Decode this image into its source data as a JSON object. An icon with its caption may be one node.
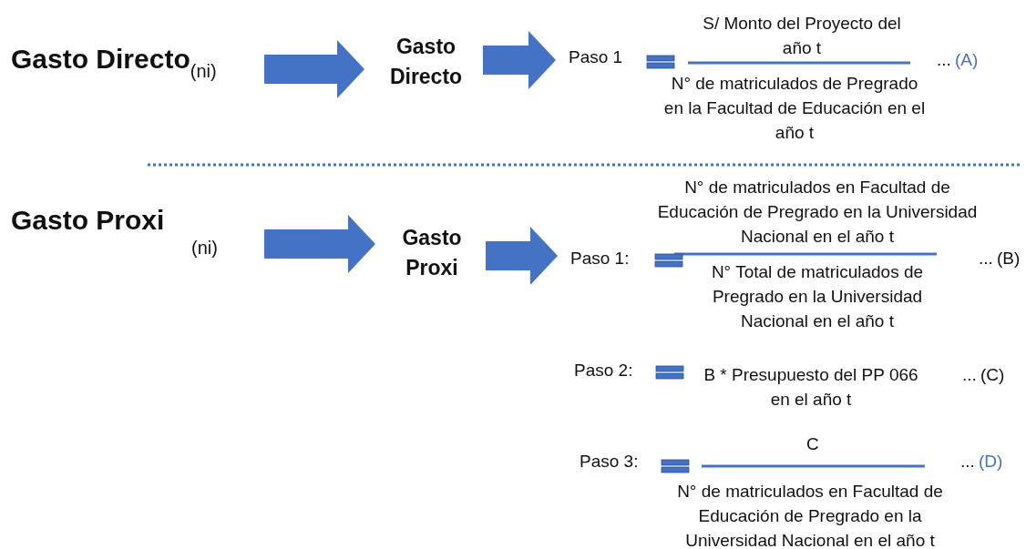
{
  "diagram": {
    "nodes": [
      {
        "text": [
          "Gasto Directo$_{(ni)}$"
        ]
      },
      {
        "text": [
          "Gasto Directo"
        ]
      },
      {
        "text": [
          "Paso 1"
        ]
      },
      {
        "text": [
          "Gasto Proxi",
          "(ni)"
        ]
      },
      {
        "text": [
          "Gasto Proxi"
        ]
      },
      {
        "text": [
          "Paso 1:"
        ]
      }
    ],
    "edges": [
      {
        "from": 0,
        "to": 1,
        "arrow": "to"
      },
      {
        "from": 1,
        "to": 2,
        "arrow": "to"
      },
      {
        "from": 3,
        "to": 4,
        "arrow": "to"
      },
      {
        "from": 4,
        "to": 5,
        "arrow": "to"
      }
    ],
    "labels": [
      "S/ Monto del Proyecto del año t",
      "...",
      "(A)",
      "N° de matriculados de Pregrado en la Facultad de Educación en el año t",
      "N° de matriculados en Facultad de Educación de Pregrado en la Universidad Nacional en el año t",
      "...",
      "(B)",
      "N° Total de matriculados de Pregrado en la Universidad Nacional en el año t",
      "Paso 2:",
      "B * Presupuesto del PP 066 en el año t",
      "...",
      "(C)",
      "C",
      "Paso 3:",
      "...",
      "(D)",
      "N° de matriculados en Facultad de Educación de Pregrado en la Universidad Nacional en el año t"
    ]
  }
}
